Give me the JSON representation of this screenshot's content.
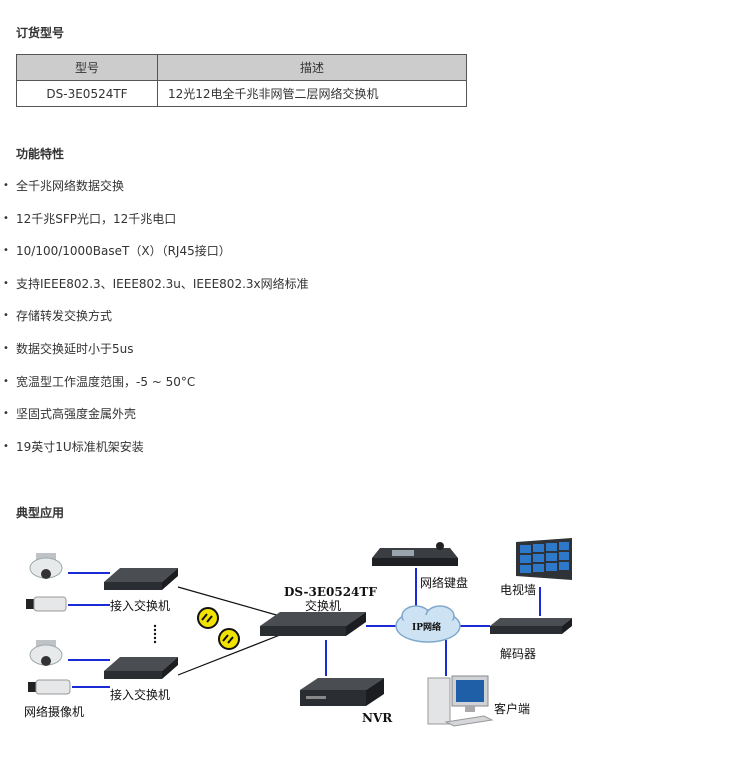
{
  "ordering": {
    "heading": "订货型号",
    "table": {
      "headers": [
        "型号",
        "描述"
      ],
      "rows": [
        [
          "DS-3E0524TF",
          "12光12电全千兆非网管二层网络交换机"
        ]
      ]
    }
  },
  "features": {
    "heading": "功能特性",
    "items": [
      "全千兆网络数据交换",
      "12千兆SFP光口，12千兆电口",
      "10/100/1000BaseT（X）（RJ45接口）",
      "支持IEEE802.3、IEEE802.3u、IEEE802.3x网络标准",
      "存储转发交换方式",
      "数据交换延时小于5us",
      "宽温型工作温度范围，-5 ~ 50°C",
      "坚固式高强度金属外壳",
      "19英寸1U标准机架安装"
    ]
  },
  "application": {
    "heading": "典型应用",
    "labels": {
      "access_switch_top": "接入交换机",
      "access_switch_bottom": "接入交换机",
      "camera": "网络摄像机",
      "core_model": "DS-3E0524TF",
      "core_name": "交换机",
      "keyboard": "网络键盘",
      "cloud": "IP网络",
      "tv_wall": "电视墙",
      "decoder": "解码器",
      "nvr": "NVR",
      "client": "客户端"
    },
    "colors": {
      "link": "#1a2bd6",
      "device": "#2a2d32",
      "cloud": "#cde2f2"
    }
  }
}
